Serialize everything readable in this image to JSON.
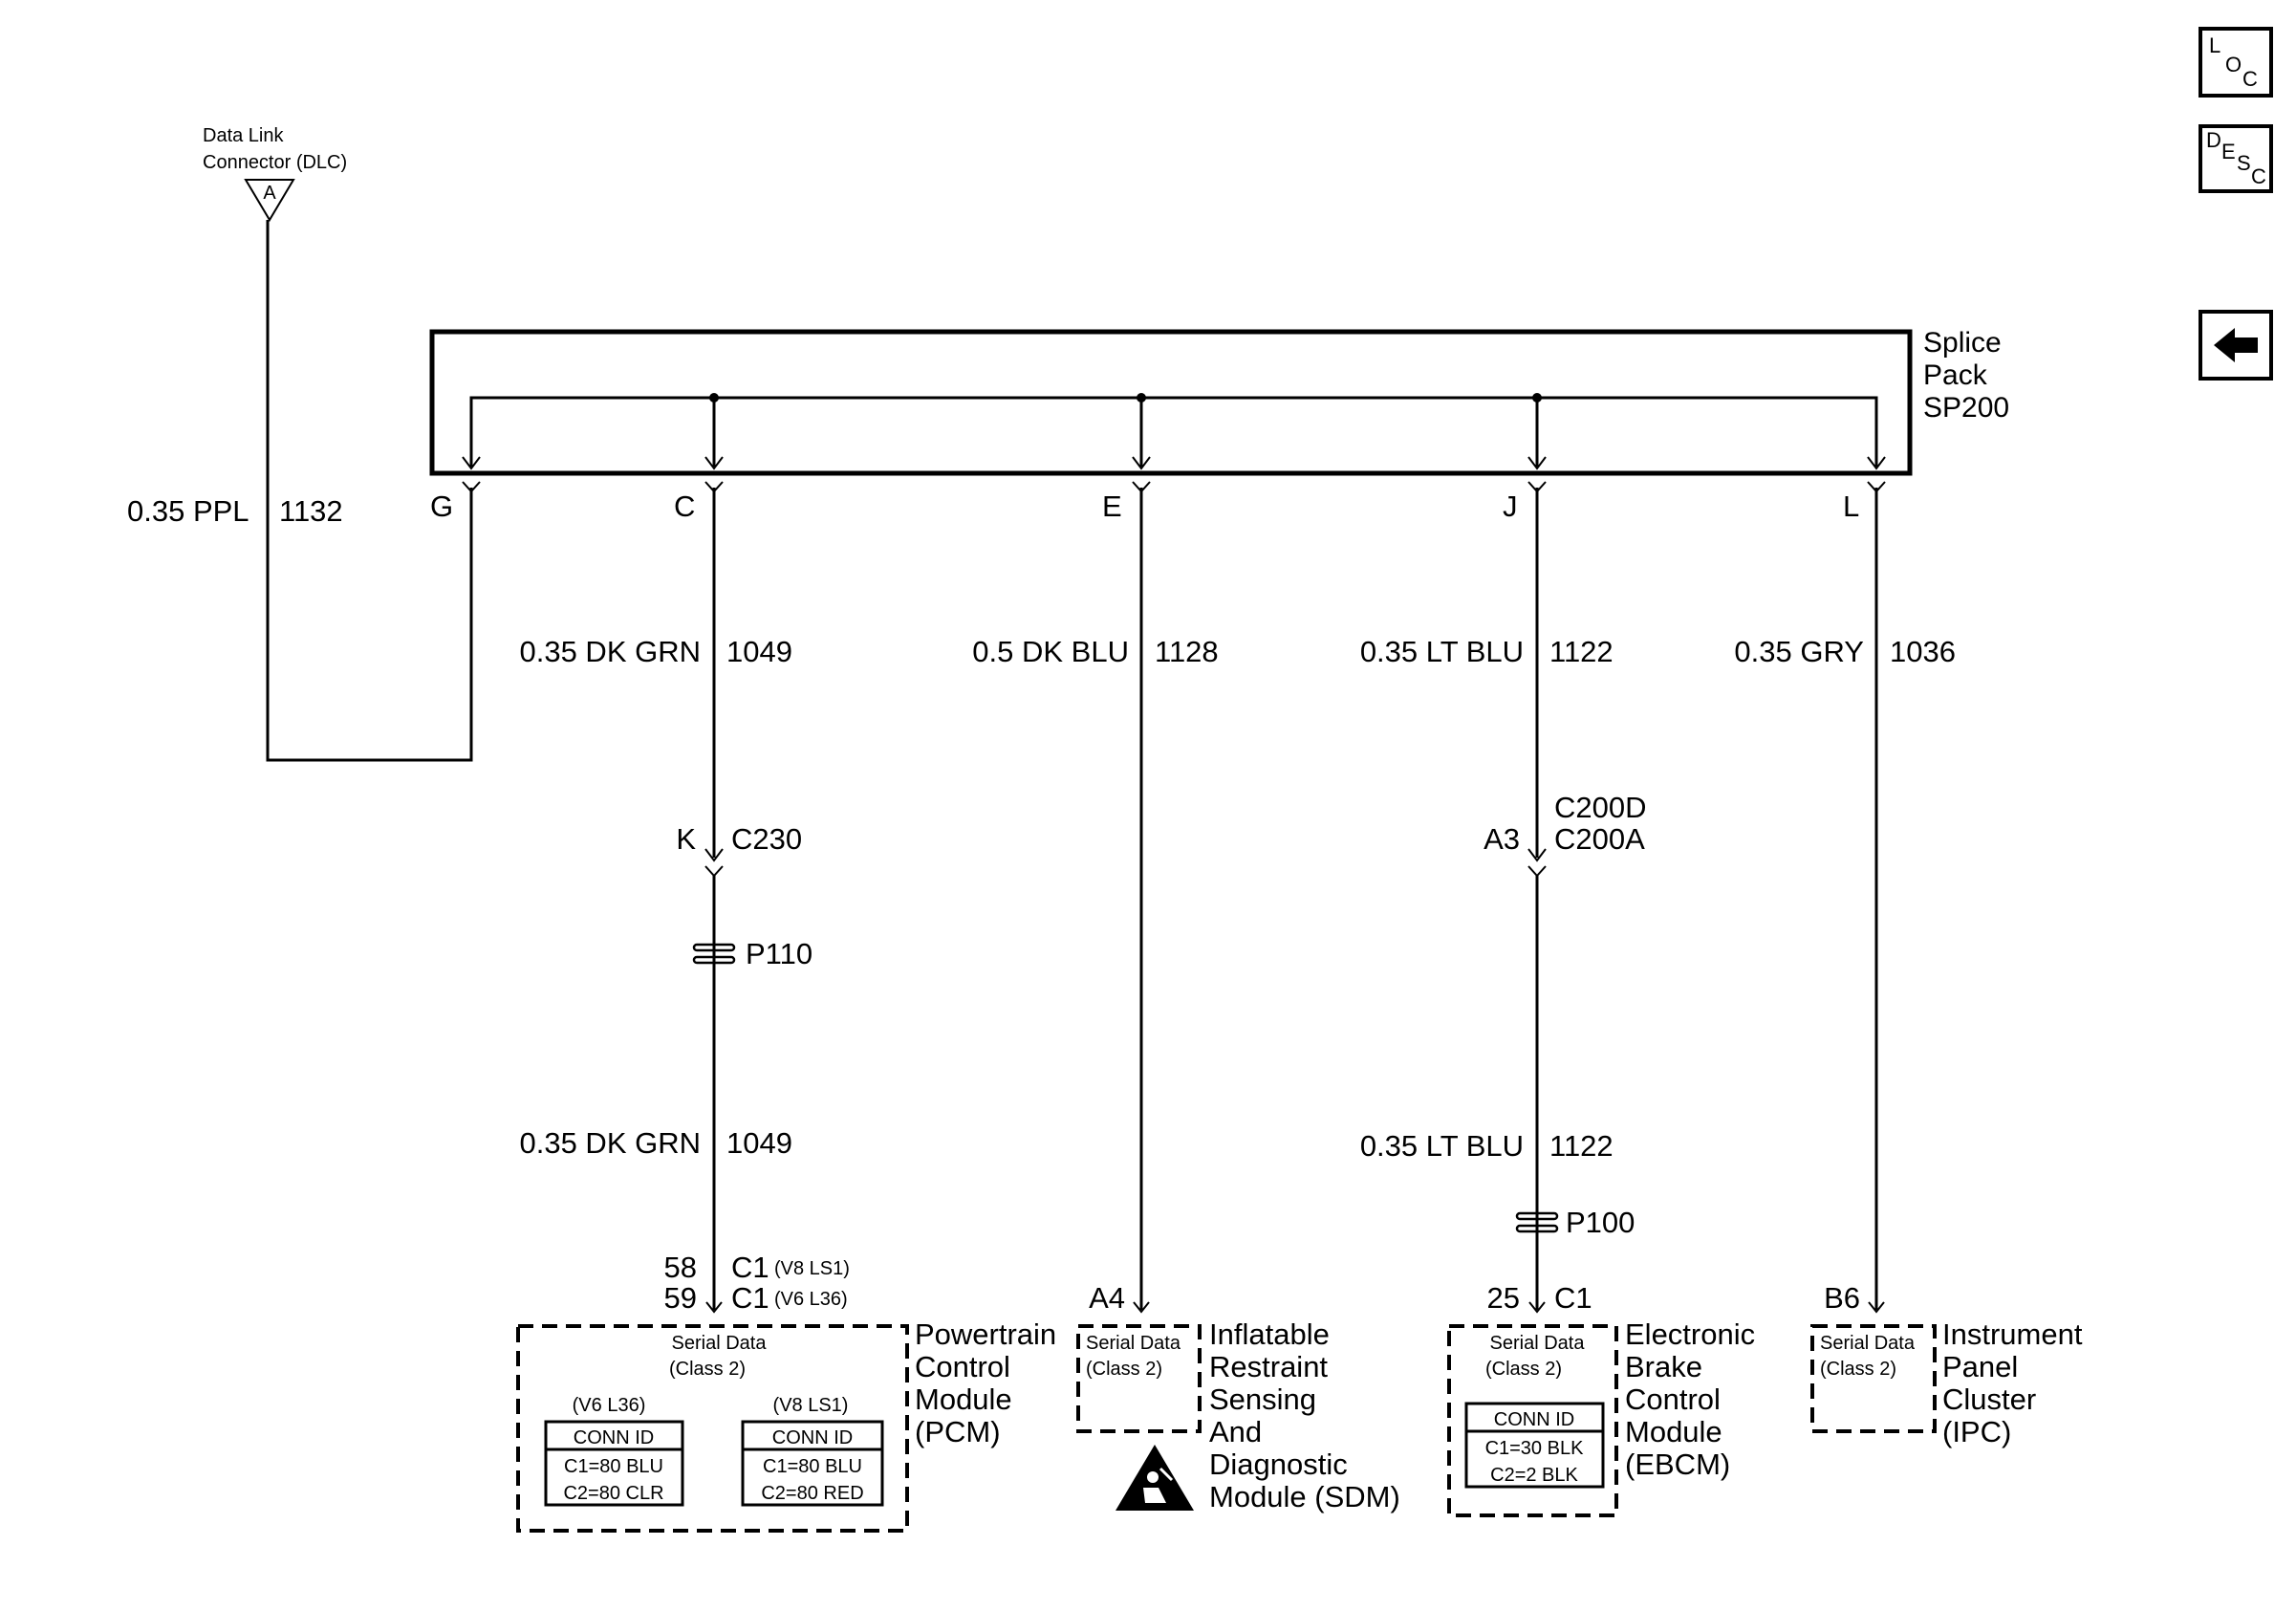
{
  "nav": {
    "loc": [
      "L",
      "O",
      "C"
    ],
    "desc": [
      "D",
      "E",
      "S",
      "C"
    ]
  },
  "dlc": {
    "label_line1": "Data Link",
    "label_line2": "Connector (DLC)",
    "pin": "A",
    "wire_gauge_color": "0.35 PPL",
    "circuit": "1132"
  },
  "splice_pack": {
    "line1": "Splice",
    "line2": "Pack",
    "line3": "SP200",
    "pins": [
      "G",
      "C",
      "E",
      "J",
      "L"
    ]
  },
  "wires": {
    "pcm_upper": {
      "gauge_color": "0.35 DK GRN",
      "circuit": "1049"
    },
    "pcm_lower": {
      "gauge_color": "0.35 DK GRN",
      "circuit": "1049"
    },
    "sdm": {
      "gauge_color": "0.5 DK BLU",
      "circuit": "1128"
    },
    "ebcm_upper": {
      "gauge_color": "0.35 LT BLU",
      "circuit": "1122"
    },
    "ebcm_lower": {
      "gauge_color": "0.35 LT BLU",
      "circuit": "1122"
    },
    "ipc": {
      "gauge_color": "0.35 GRY",
      "circuit": "1036"
    }
  },
  "connectors": {
    "c230": {
      "pin": "K",
      "name": "C230"
    },
    "c200": {
      "pin": "A3",
      "name1": "C200D",
      "name2": "C200A"
    },
    "p110": "P110",
    "p100": "P100"
  },
  "pcm": {
    "pin1": "58",
    "conn1": "C1",
    "variant1": "(V8 LS1)",
    "pin2": "59",
    "conn2": "C1",
    "variant2": "(V6 L36)",
    "serial_line1": "Serial Data",
    "serial_line2": "(Class 2)",
    "name": [
      "Powertrain",
      "Control",
      "Module",
      "(PCM)"
    ],
    "table_v6": {
      "title": "(V6 L36)",
      "header": "CONN ID",
      "rows": [
        "C1=80 BLU",
        "C2=80 CLR"
      ]
    },
    "table_v8": {
      "title": "(V8 LS1)",
      "header": "CONN ID",
      "rows": [
        "C1=80 BLU",
        "C2=80 RED"
      ]
    }
  },
  "sdm": {
    "pin": "A4",
    "serial_line1": "Serial Data",
    "serial_line2": "(Class 2)",
    "name": [
      "Inflatable",
      "Restraint",
      "Sensing",
      "And",
      "Diagnostic",
      "Module (SDM)"
    ]
  },
  "ebcm": {
    "pin": "25",
    "conn": "C1",
    "serial_line1": "Serial Data",
    "serial_line2": "(Class 2)",
    "table": {
      "header": "CONN ID",
      "rows": [
        "C1=30 BLK",
        "C2=2 BLK"
      ]
    },
    "name": [
      "Electronic",
      "Brake",
      "Control",
      "Module",
      "(EBCM)"
    ]
  },
  "ipc": {
    "pin": "B6",
    "serial_line1": "Serial Data",
    "serial_line2": "(Class 2)",
    "name": [
      "Instrument",
      "Panel",
      "Cluster",
      "(IPC)"
    ]
  }
}
